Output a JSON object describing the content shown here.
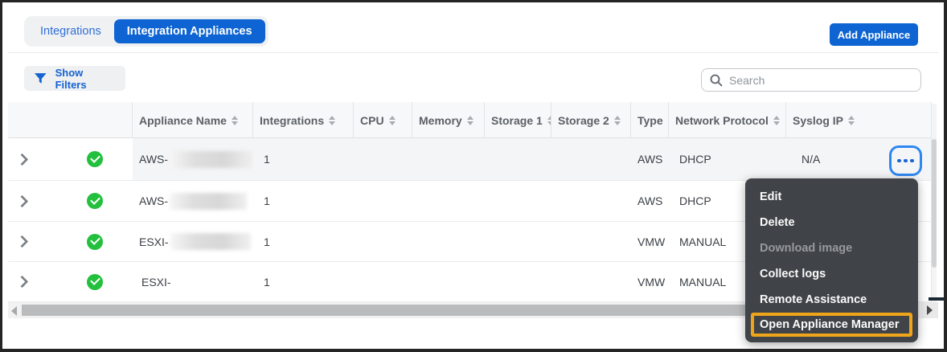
{
  "colors": {
    "accent_blue": "#0d64d2",
    "status_green": "#22c03c",
    "menu_background": "#404448",
    "highlight_orange": "#efa51a",
    "focus_ring_blue": "#2e87f0"
  },
  "tabs": [
    {
      "label": "Integrations",
      "active": false
    },
    {
      "label": "Integration Appliances",
      "active": true
    }
  ],
  "header": {
    "add_appliance_label": "Add Appliance"
  },
  "toolbar": {
    "show_filters_label": "Show Filters",
    "search_placeholder": "Search"
  },
  "table": {
    "columns": [
      {
        "label": "Appliance Name"
      },
      {
        "label": "Integrations"
      },
      {
        "label": "CPU"
      },
      {
        "label": "Memory"
      },
      {
        "label": "Storage 1"
      },
      {
        "label": "Storage 2"
      },
      {
        "label": "Type"
      },
      {
        "label": "Network Protocol"
      },
      {
        "label": "Syslog IP"
      }
    ],
    "rows": [
      {
        "name_prefix": "AWS-",
        "integrations": "1",
        "type": "AWS",
        "network_protocol": "DHCP",
        "syslog_ip": "N/A"
      },
      {
        "name_prefix": "AWS-",
        "integrations": "1",
        "type": "AWS",
        "network_protocol": "DHCP",
        "syslog_ip": ""
      },
      {
        "name_prefix": "ESXI-",
        "integrations": "1",
        "type": "VMW",
        "network_protocol": "MANUAL",
        "syslog_ip": ""
      },
      {
        "name_prefix": "ESXI-",
        "integrations": "1",
        "type": "VMW",
        "network_protocol": "MANUAL",
        "syslog_ip": ""
      }
    ]
  },
  "context_menu": {
    "items": [
      {
        "label": "Edit"
      },
      {
        "label": "Delete"
      },
      {
        "label": "Download image",
        "disabled": true
      },
      {
        "label": "Collect logs"
      },
      {
        "label": "Remote Assistance"
      },
      {
        "label": "Open Appliance Manager",
        "highlighted": true
      }
    ]
  }
}
